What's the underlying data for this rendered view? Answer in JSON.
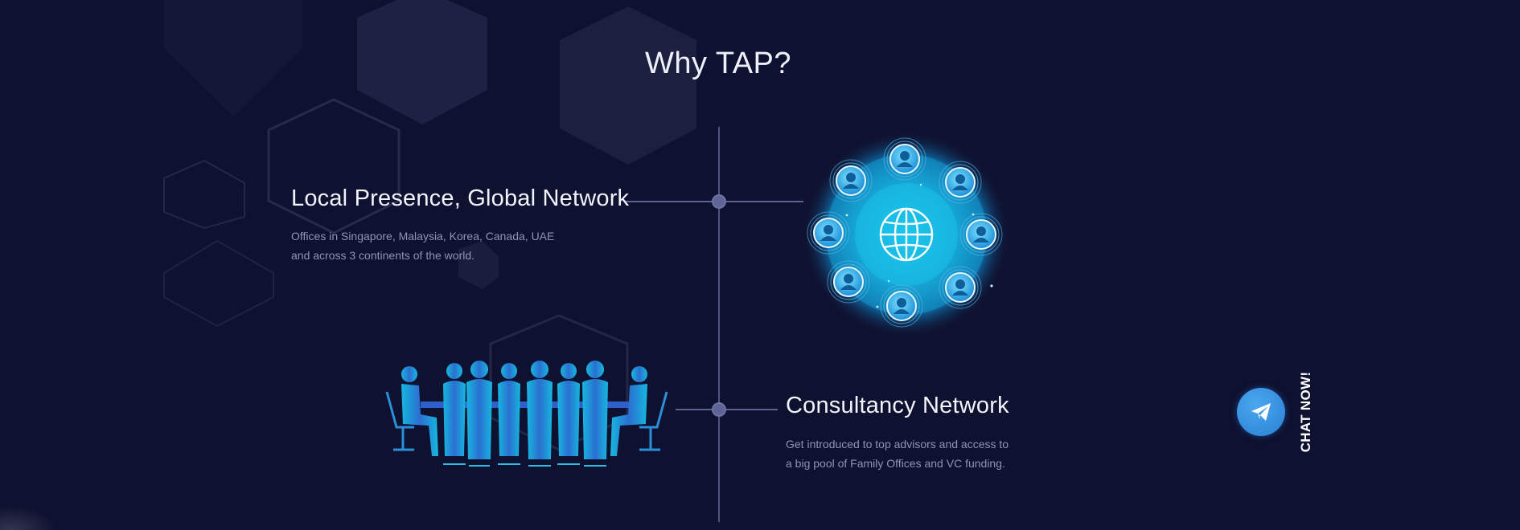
{
  "section": {
    "title": "Why TAP?"
  },
  "features": [
    {
      "heading": "Local Presence, Global Network",
      "description_lines": [
        "Offices in Singapore, Malaysia, Korea, Canada, UAE",
        "and across 3 continents of the world."
      ],
      "illustration": "globe-network-icon"
    },
    {
      "heading": "Consultancy Network",
      "description_lines": [
        "Get introduced to top advisors and access to",
        "a big pool of Family Offices and VC funding."
      ],
      "illustration": "meeting-team-illustration"
    }
  ],
  "chat": {
    "label": "CHAT NOW!",
    "icon": "paper-plane-icon"
  },
  "colors": {
    "background": "#0f1130",
    "timeline": "#4d527e",
    "accent_blue": "#2a7fd3",
    "accent_cyan": "#1fc3ef",
    "text_muted": "#8f93b5"
  }
}
